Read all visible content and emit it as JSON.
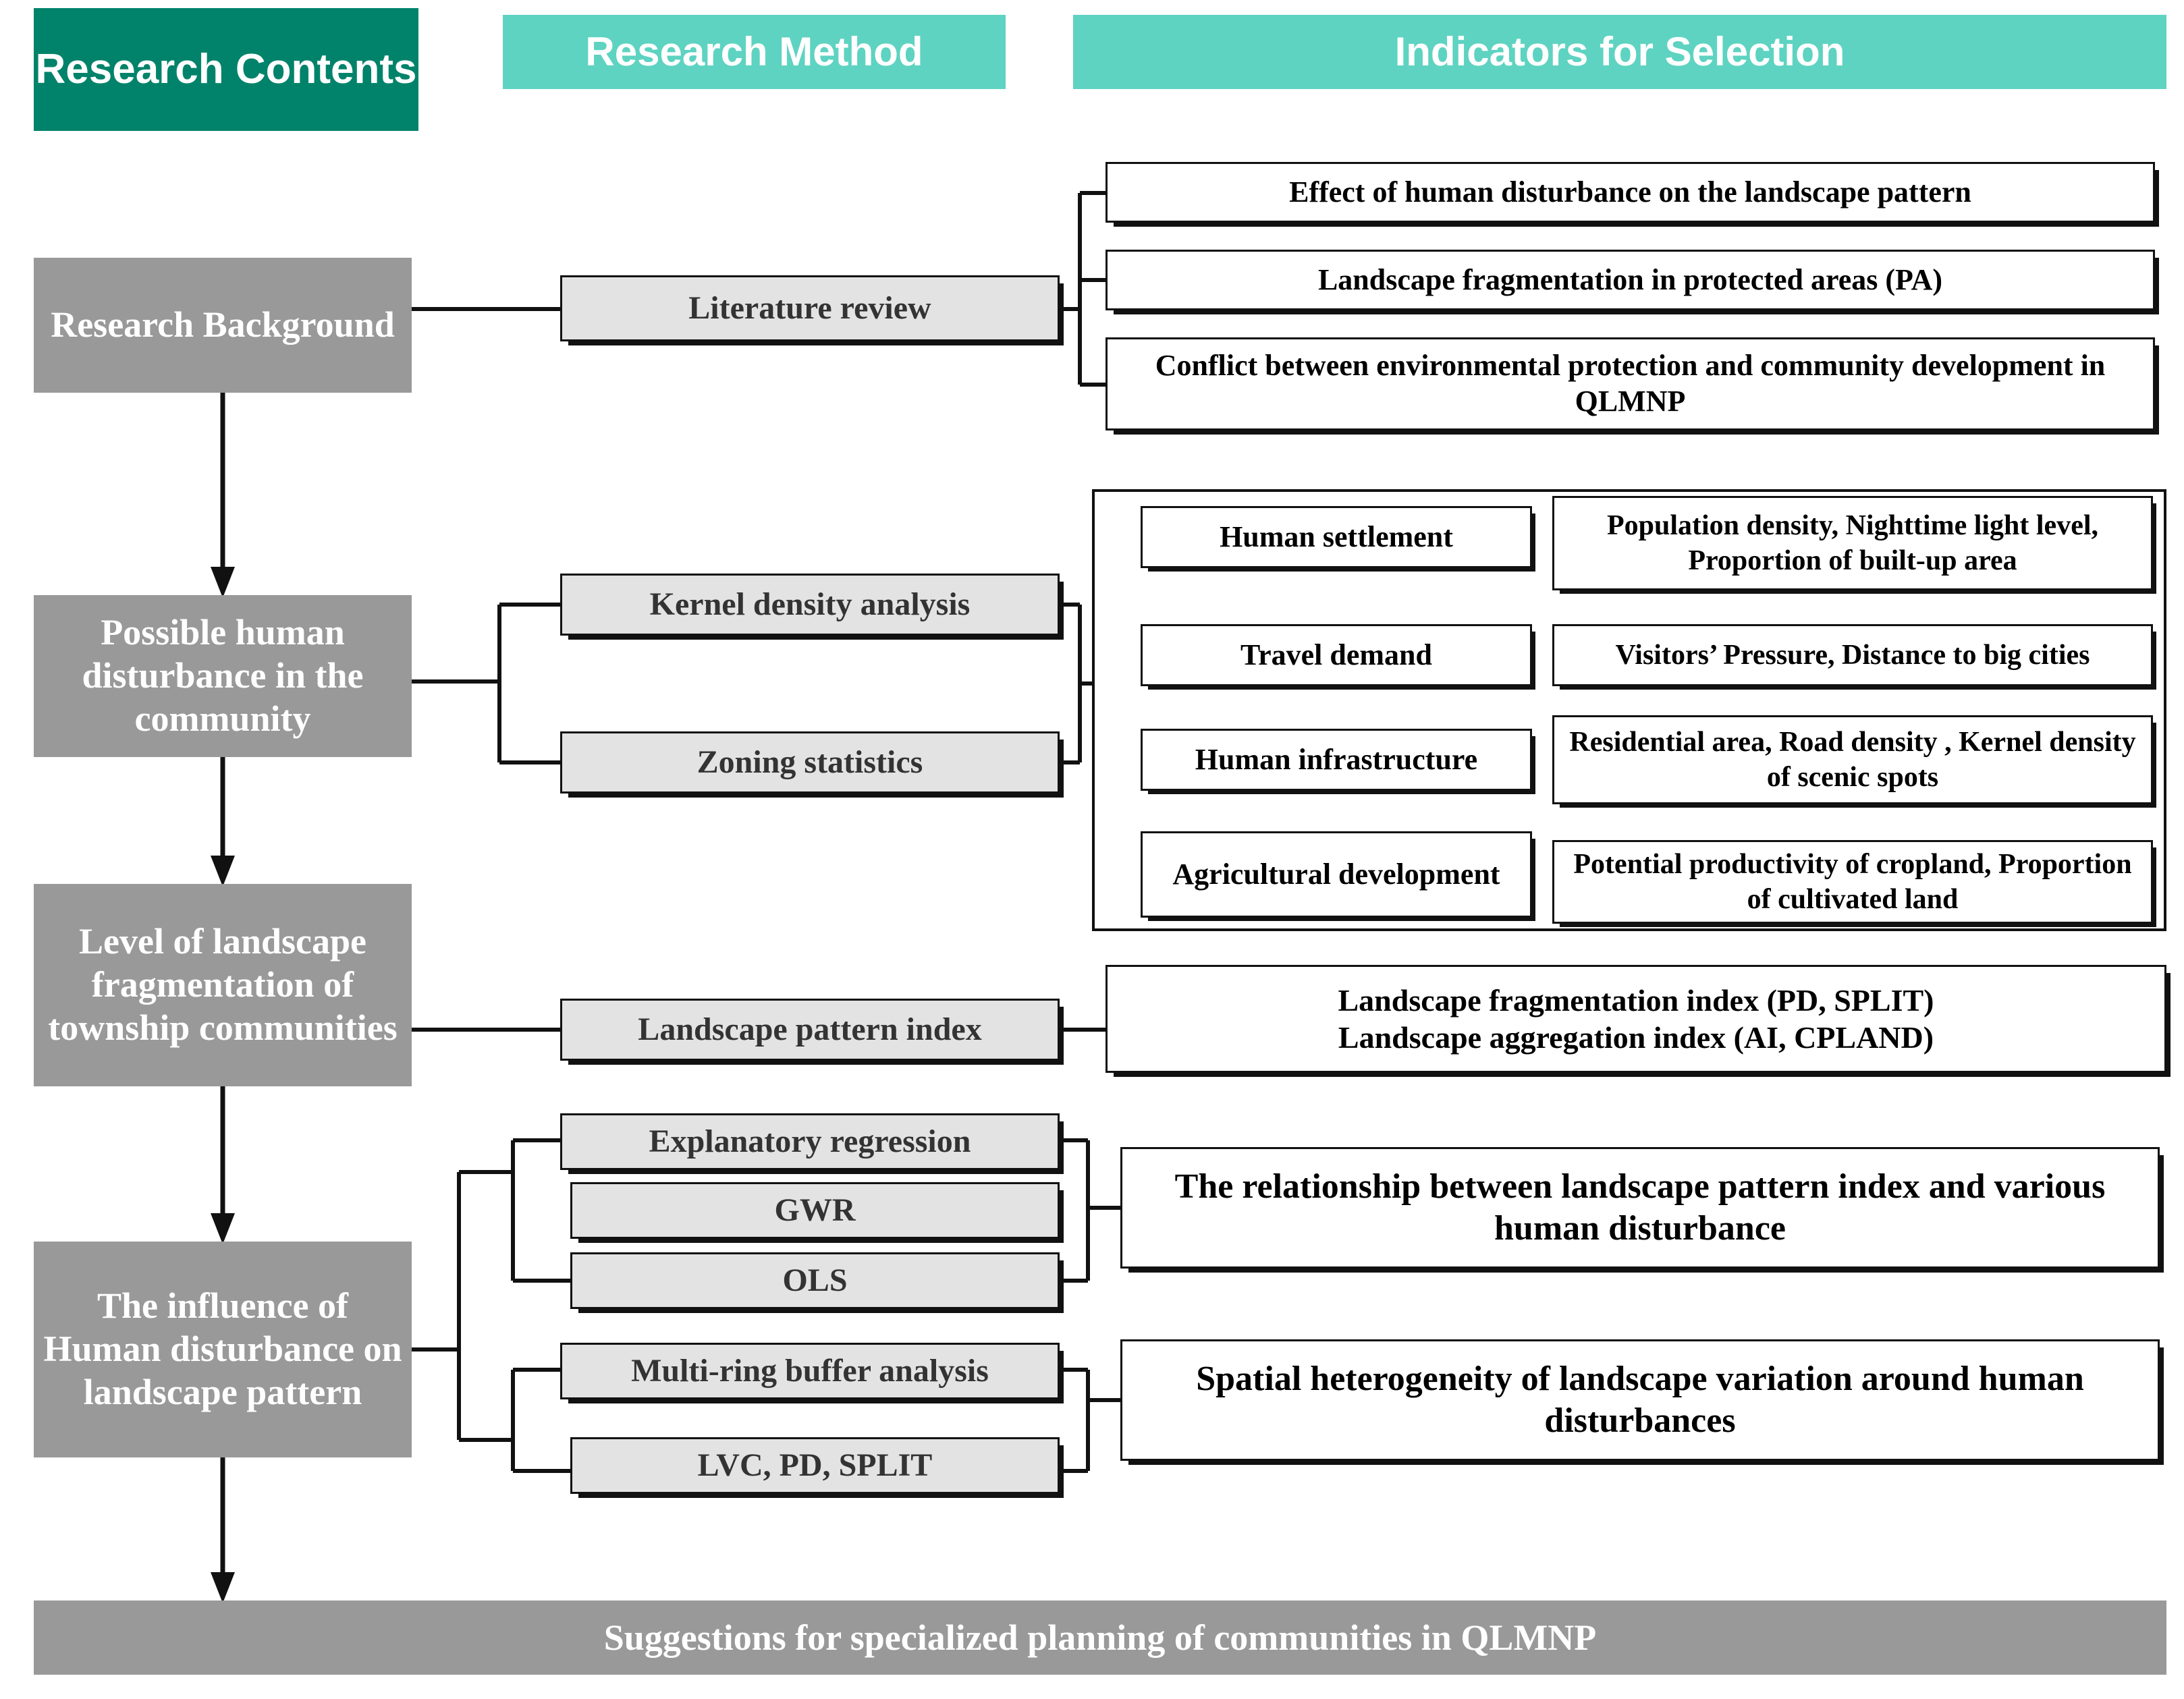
{
  "headers": {
    "contents": "Research Contents",
    "method": "Research Method",
    "indicators": "Indicators for Selection"
  },
  "content_boxes": [
    {
      "label": "Research Background"
    },
    {
      "label": "Possible human disturbance in the community"
    },
    {
      "label": "Level of landscape fragmentation of township communities"
    },
    {
      "label": "The influence of Human disturbance on landscape pattern"
    }
  ],
  "methods": {
    "literature_review": "Literature review",
    "kernel_density_analysis": "Kernel density analysis",
    "zoning_statistics": "Zoning statistics",
    "landscape_pattern_index": "Landscape pattern index",
    "explanatory_regression": "Explanatory regression",
    "gwr": "GWR",
    "ols": "OLS",
    "multi_ring_buffer": "Multi-ring buffer analysis",
    "lvc_pd_split": "LVC, PD, SPLIT"
  },
  "indicators_section1": [
    "Effect of human disturbance on the landscape pattern",
    "Landscape fragmentation in protected areas (PA)",
    "Conflict between environmental protection and community development in QLMNP"
  ],
  "indicators_section2": [
    {
      "category": "Human settlement",
      "values": "Population density, Nighttime light level, Proportion of built-up area"
    },
    {
      "category": "Travel demand",
      "values": "Visitors’ Pressure, Distance to big cities"
    },
    {
      "category": "Human infrastructure",
      "values": "Residential area, Road density , Kernel density of scenic spots"
    },
    {
      "category": "Agricultural development",
      "values": "Potential productivity of cropland, Proportion of cultivated land"
    }
  ],
  "indicators_section3": {
    "line1": "Landscape fragmentation index (PD, SPLIT)",
    "line2": "Landscape aggregation index (AI, CPLAND)"
  },
  "indicators_section4": [
    "The relationship between landscape pattern index and various human disturbance",
    "Spatial heterogeneity of landscape variation around human disturbances"
  ],
  "bottom_bar": "Suggestions for specialized planning of communities in QLMNP",
  "colors": {
    "header_dark_green": "#00836a",
    "header_teal": "#5ed3c1",
    "content_gray": "#999999",
    "method_gray": "#e3e3e3",
    "line_black": "#111111"
  }
}
